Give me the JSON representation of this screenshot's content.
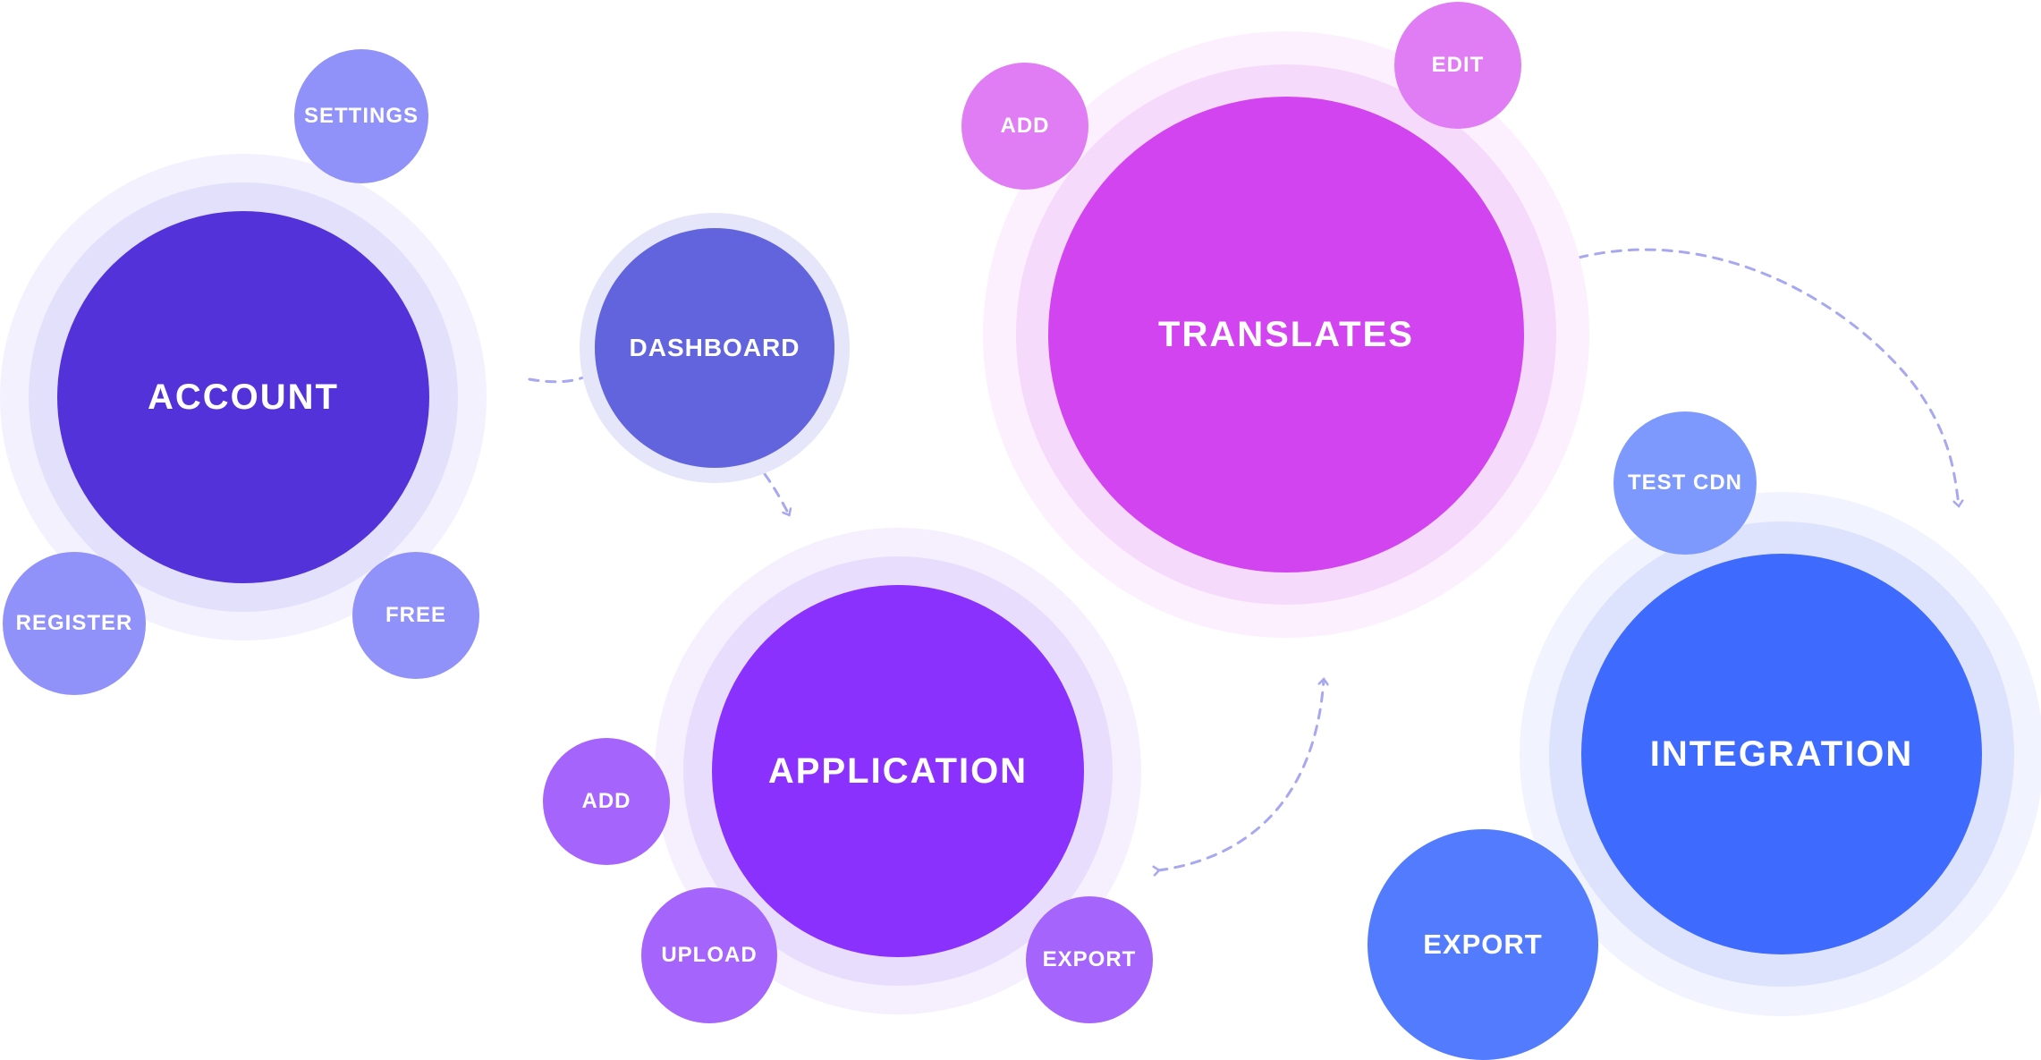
{
  "diagram": {
    "colors": {
      "account": "#5333D9",
      "account_sat": "#9191FA",
      "dashboard": "#6164DD",
      "application": "#8B31FD",
      "application_sat": "#A565FC",
      "translates": "#D144EF",
      "translates_sat": "#E07DF4",
      "integration": "#3E6AFE",
      "integration_sat": "#7E99FE",
      "export_big": "#527CFD",
      "connector": "#A8A8F0"
    },
    "account": {
      "label": "ACCOUNT",
      "satellites": {
        "settings": "SETTINGS",
        "register": "REGISTER",
        "free": "FREE"
      }
    },
    "dashboard": {
      "label": "DASHBOARD"
    },
    "application": {
      "label": "APPLICATION",
      "satellites": {
        "add": "ADD",
        "upload": "UPLOAD",
        "export": "EXPORT"
      }
    },
    "translates": {
      "label": "TRANSLATES",
      "satellites": {
        "add": "ADD",
        "edit": "EDIT"
      }
    },
    "integration": {
      "label": "INTEGRATION",
      "satellites": {
        "test_cdn": "TEST CDN",
        "export": "EXPORT"
      }
    }
  }
}
